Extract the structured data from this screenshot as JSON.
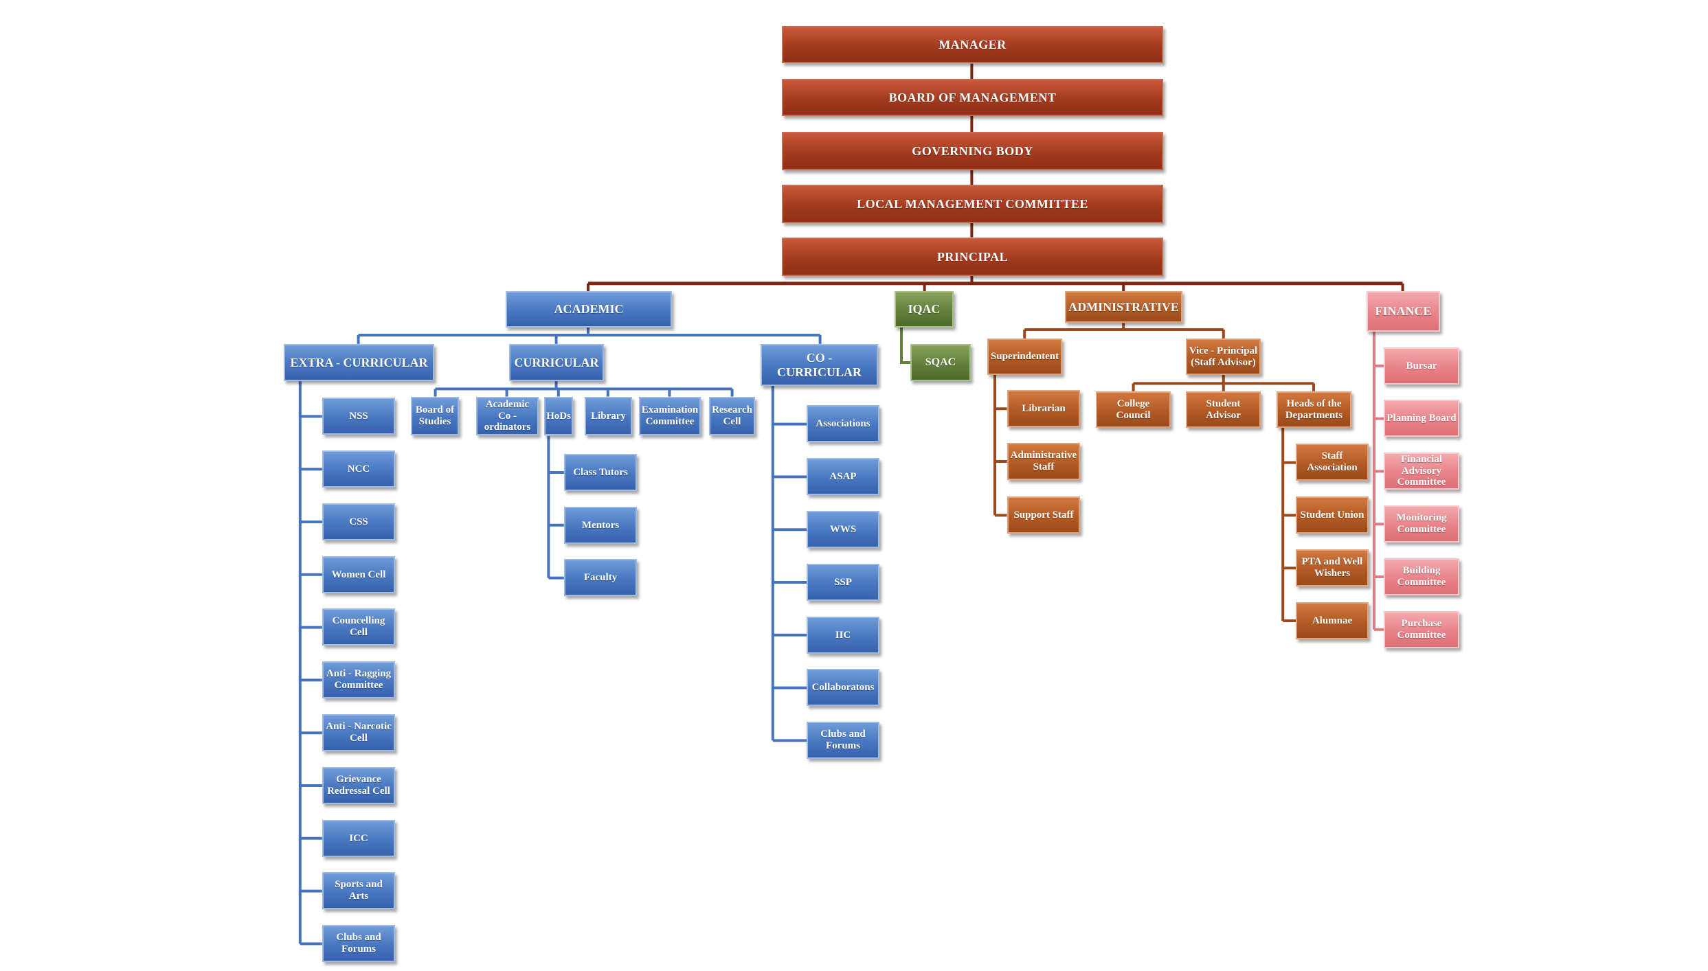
{
  "colors": {
    "management": "#a33b1f",
    "academic": "#4877c1",
    "academic_line": "#4673bd",
    "iqac": "#62803b",
    "administrative": "#b35b25",
    "finance": "#e88389",
    "management_line": "#7d2713",
    "admin_line": "#9a4a1a",
    "finance_line": "#e07c83"
  },
  "chart": {
    "management": {
      "manager": "MANAGER",
      "board": "BOARD OF MANAGEMENT",
      "governing": "GOVERNING BODY",
      "lmc": "LOCAL MANAGEMENT COMMITTEE",
      "principal": "PRINCIPAL"
    },
    "academic": {
      "label": "ACADEMIC",
      "extra": {
        "label": "EXTRA - CURRICULAR",
        "items": [
          "NSS",
          "NCC",
          "CSS",
          "Women Cell",
          "Councelling Cell",
          "Anti - Ragging Committee",
          "Anti - Narcotic Cell",
          "Grievance Redressal Cell",
          "ICC",
          "Sports and Arts",
          "Clubs and Forums"
        ]
      },
      "curricular": {
        "label": "CURRICULAR",
        "items": [
          "Board of Studies",
          "Academic Co - ordinators",
          "HoDs",
          "Library",
          "Examination Committee",
          "Research Cell"
        ],
        "hods_items": [
          "Class Tutors",
          "Mentors",
          "Faculty"
        ]
      },
      "co": {
        "label": "CO - CURRICULAR",
        "items": [
          "Associations",
          "ASAP",
          "WWS",
          "SSP",
          "IIC",
          "Collaboratons",
          "Clubs and Forums"
        ]
      }
    },
    "iqac": {
      "label": "IQAC",
      "sqac": "SQAC"
    },
    "administrative": {
      "label": "ADMINISTRATIVE",
      "superintendent": "Superindentent",
      "sup_items": [
        "Librarian",
        "Administrative Staff",
        "Support Staff"
      ],
      "vice": "Vice - Principal (Staff Advisor)",
      "vice_items": [
        "College Council",
        "Student Advisor",
        "Heads of the Departments"
      ],
      "heads_items": [
        "Staff Association",
        "Student Union",
        "PTA and Well Wishers",
        "Alumnae"
      ]
    },
    "finance": {
      "label": "FINANCE",
      "items": [
        "Bursar",
        "Planning Board",
        "Financial Advisory Committee",
        "Monitoring Committee",
        "Building Committee",
        "Purchase Committee"
      ]
    }
  }
}
